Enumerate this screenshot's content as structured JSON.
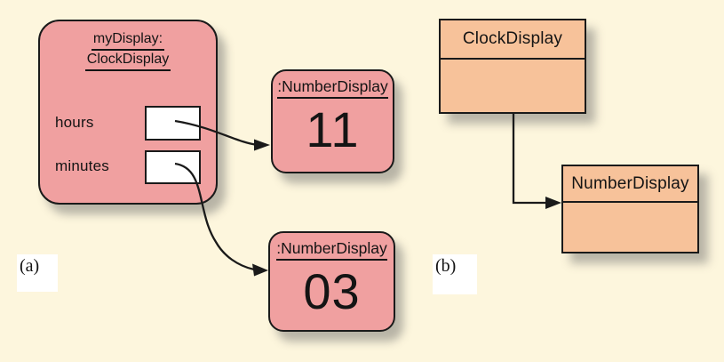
{
  "panels": {
    "a": "(a)",
    "b": "(b)"
  },
  "object_diagram": {
    "clock_object": {
      "title_line1": "myDisplay:",
      "title_line2": "ClockDisplay",
      "fields": [
        {
          "label": "hours"
        },
        {
          "label": "minutes"
        }
      ]
    },
    "number_displays": [
      {
        "title": ":NumberDisplay",
        "value": "11"
      },
      {
        "title": ":NumberDisplay",
        "value": "03"
      }
    ]
  },
  "class_diagram": {
    "classes": [
      {
        "name": "ClockDisplay"
      },
      {
        "name": "NumberDisplay"
      }
    ]
  },
  "colors": {
    "background": "#fdf6dd",
    "object_fill": "#f0a0a0",
    "class_fill": "#f7c29a",
    "line": "#1a1a1a",
    "slot_fill": "#ffffff"
  }
}
